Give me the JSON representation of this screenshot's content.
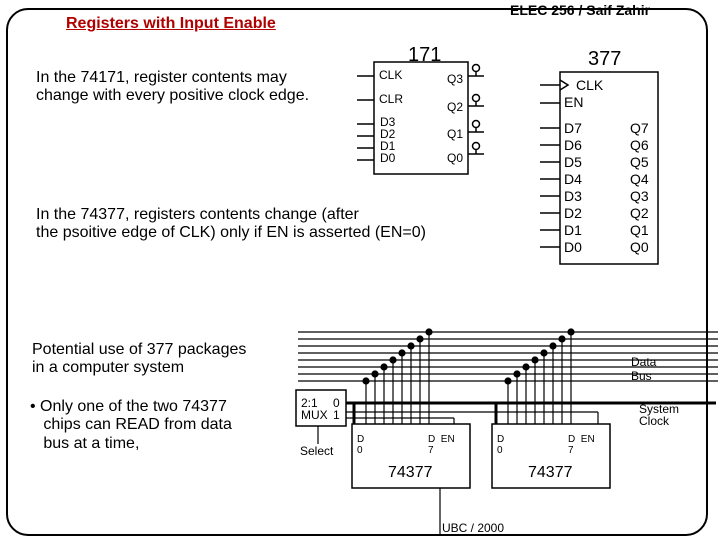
{
  "header": {
    "title": "Registers with Input Enable",
    "author": "ELEC 256 / Saif Zahir"
  },
  "text_74171": "In the 74171, register contents may\nchange with every positive clock edge.",
  "chip_171": {
    "number": "171",
    "clk": "CLK",
    "clr": "CLR",
    "inputs": "D3\nD2\nD1\nD0",
    "q3": "Q3",
    "q2": "Q2",
    "q1": "Q1",
    "q0": "Q0"
  },
  "chip_377": {
    "number": "377",
    "clk": "CLK",
    "en": "EN",
    "inputs": "D7\nD6\nD5\nD4\nD3\nD2\nD1\nD0",
    "outputs": "Q7\nQ6\nQ5\nQ4\nQ3\nQ2\nQ1\nQ0"
  },
  "text_74377": "In the 74377, registers contents change (after\nthe psoitive edge of CLK) only if EN is asserted (EN=0)",
  "text_potential": "Potential use of 377 packages\nin a computer system",
  "bullet": "• Only one of the two 74377\n   chips can READ from data\n   bus at a time,",
  "system": {
    "data_bus": "Data\nBus",
    "system_clock": "System\nClock",
    "mux_label": "2:1\nMUX",
    "mux_in0": "0",
    "mux_in1": "1",
    "select": "Select",
    "reg_a_d": "D\n0",
    "reg_a_den": "D  EN\n7",
    "reg_a_name": "74377",
    "reg_b_d": "D\n0",
    "reg_b_den": "D  EN\n7",
    "reg_b_name": "74377"
  },
  "footer": "UBC / 2000"
}
